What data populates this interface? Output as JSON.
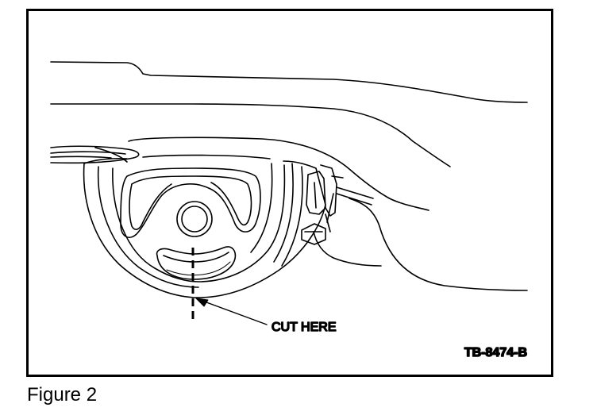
{
  "callout": {
    "label": "CUT HERE"
  },
  "figure_code": "TB-8474-B",
  "caption": "Figure 2"
}
